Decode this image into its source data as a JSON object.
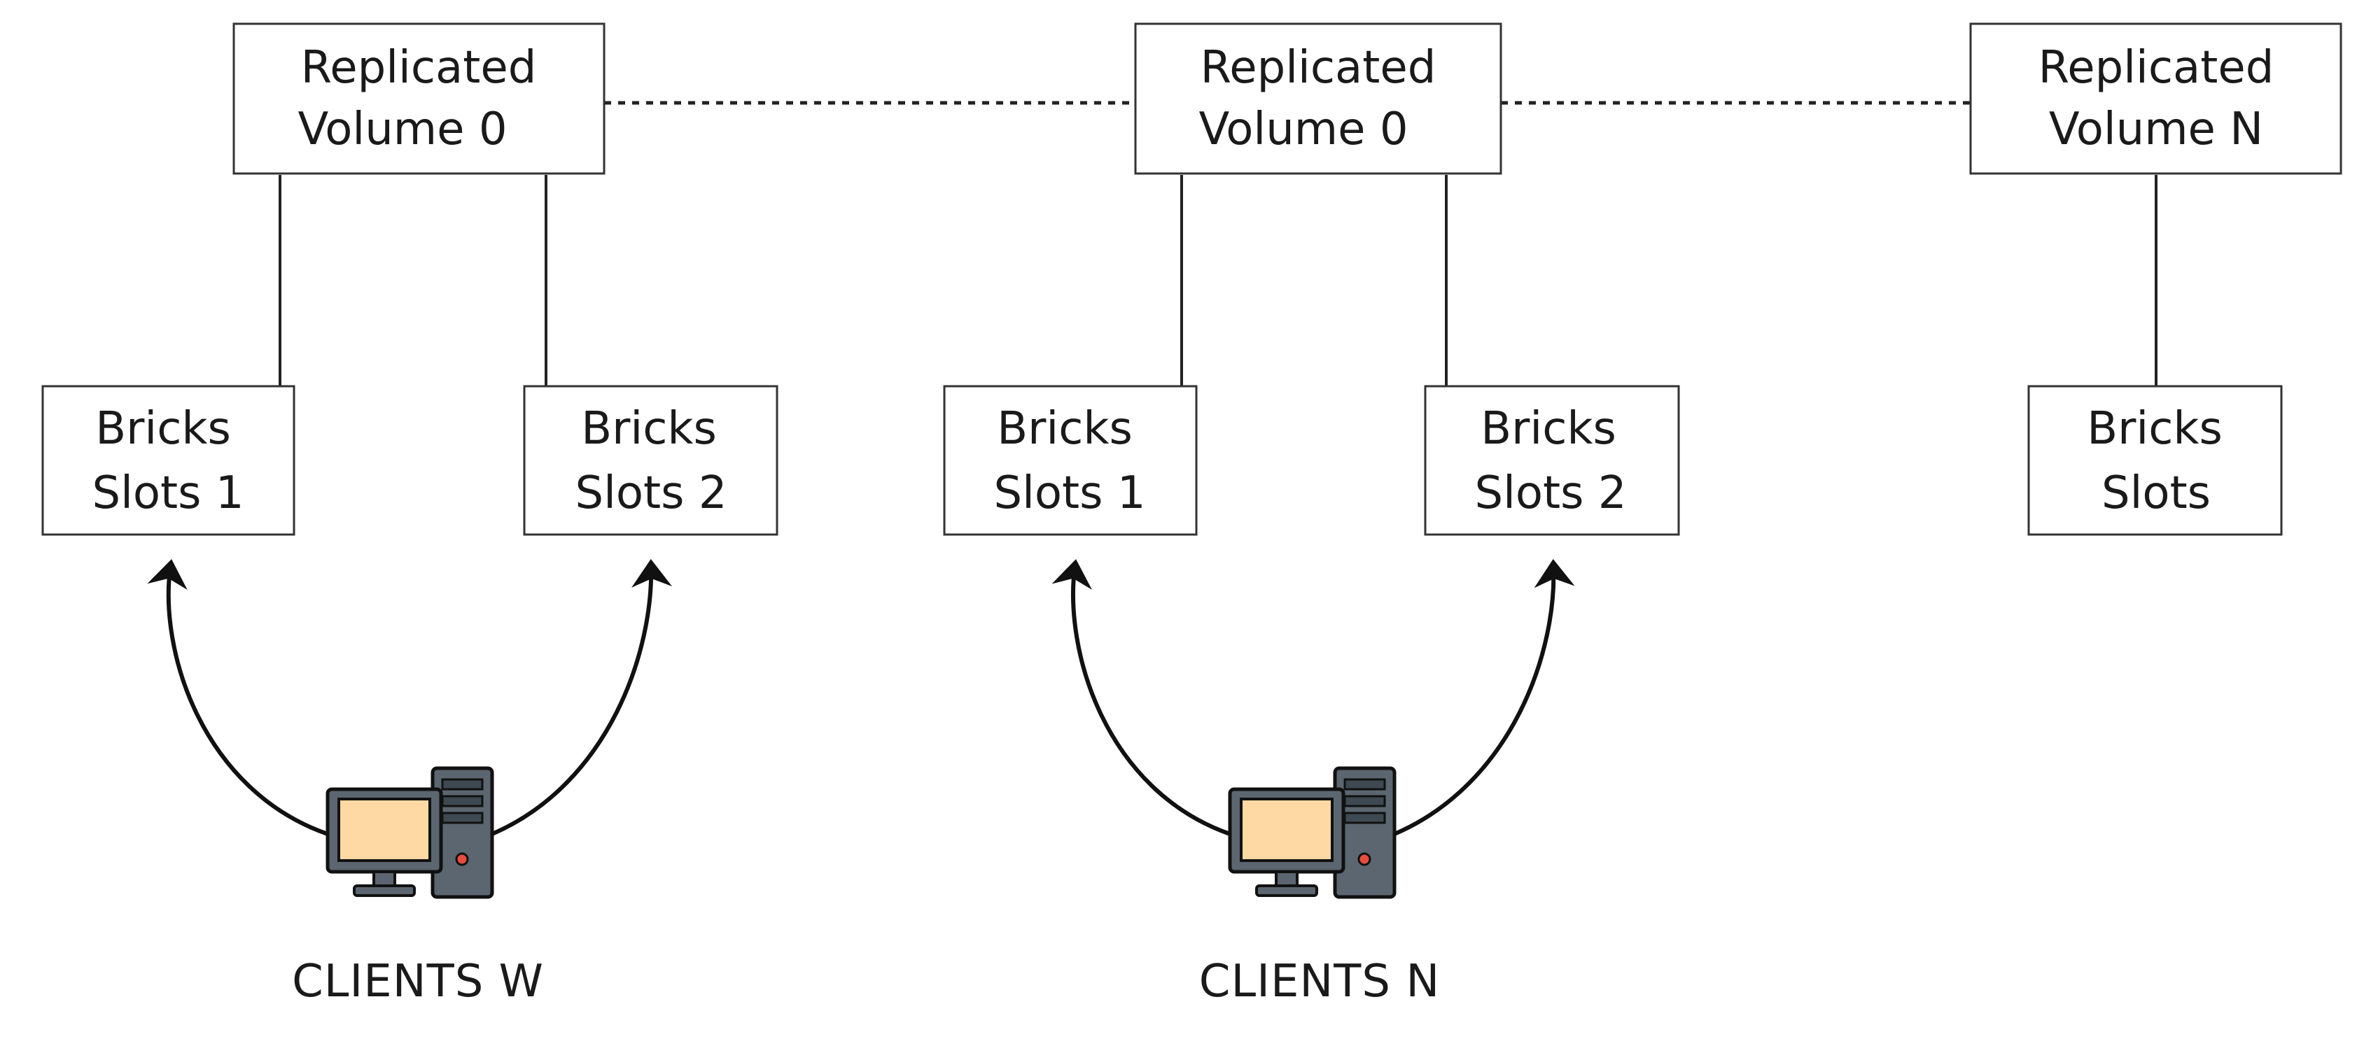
{
  "volumes": [
    {
      "line1": "Replicated",
      "line2": "Volume 0"
    },
    {
      "line1": "Replicated",
      "line2": "Volume 0"
    },
    {
      "line1": "Replicated",
      "line2": "Volume N"
    }
  ],
  "bricks": [
    {
      "line1": "Bricks",
      "line2": "Slots 1"
    },
    {
      "line1": "Bricks",
      "line2": "Slots 2"
    },
    {
      "line1": "Bricks",
      "line2": "Slots 1"
    },
    {
      "line1": "Bricks",
      "line2": "Slots 2"
    },
    {
      "line1": "Bricks",
      "line2": "Slots"
    }
  ],
  "clients": [
    {
      "label": "CLIENTS W",
      "icon": "desktop-computer-icon"
    },
    {
      "label": "CLIENTS N",
      "icon": "desktop-computer-icon"
    }
  ],
  "colors": {
    "screen": "#FFD9A3",
    "case": "#5B6670",
    "case_dark": "#3F4951",
    "power_led": "#E84C3D"
  }
}
